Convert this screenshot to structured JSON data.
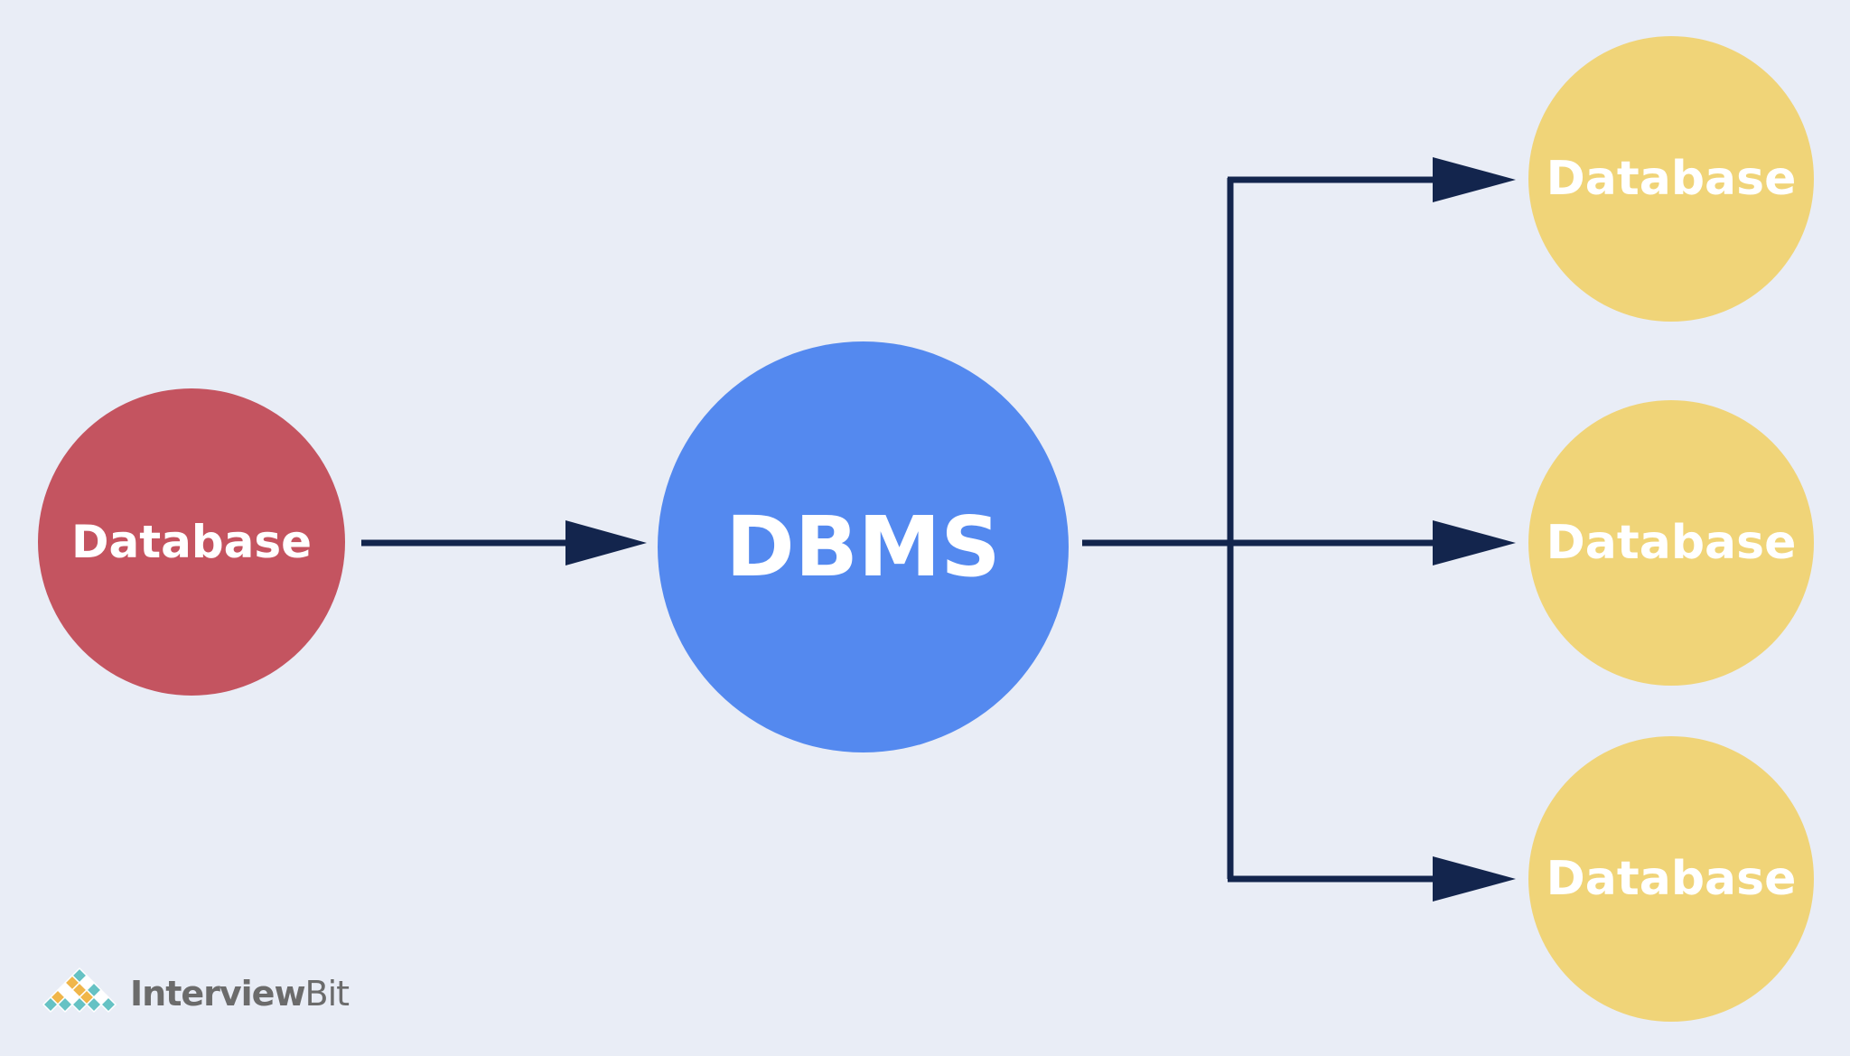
{
  "diagram": {
    "source": {
      "label": "Database",
      "color": "#c45460"
    },
    "dbms": {
      "label": "DBMS",
      "color": "#5489ef"
    },
    "targets": [
      {
        "label": "Database",
        "color": "#f0d478"
      },
      {
        "label": "Database",
        "color": "#f0d478"
      },
      {
        "label": "Database",
        "color": "#f0d478"
      }
    ],
    "connector_color": "#13254d"
  },
  "branding": {
    "logo_text_a": "Interview",
    "logo_text_b": "Bit",
    "logo_colors": [
      "#66c2c4",
      "#f0b64a",
      "#ffffff"
    ]
  }
}
